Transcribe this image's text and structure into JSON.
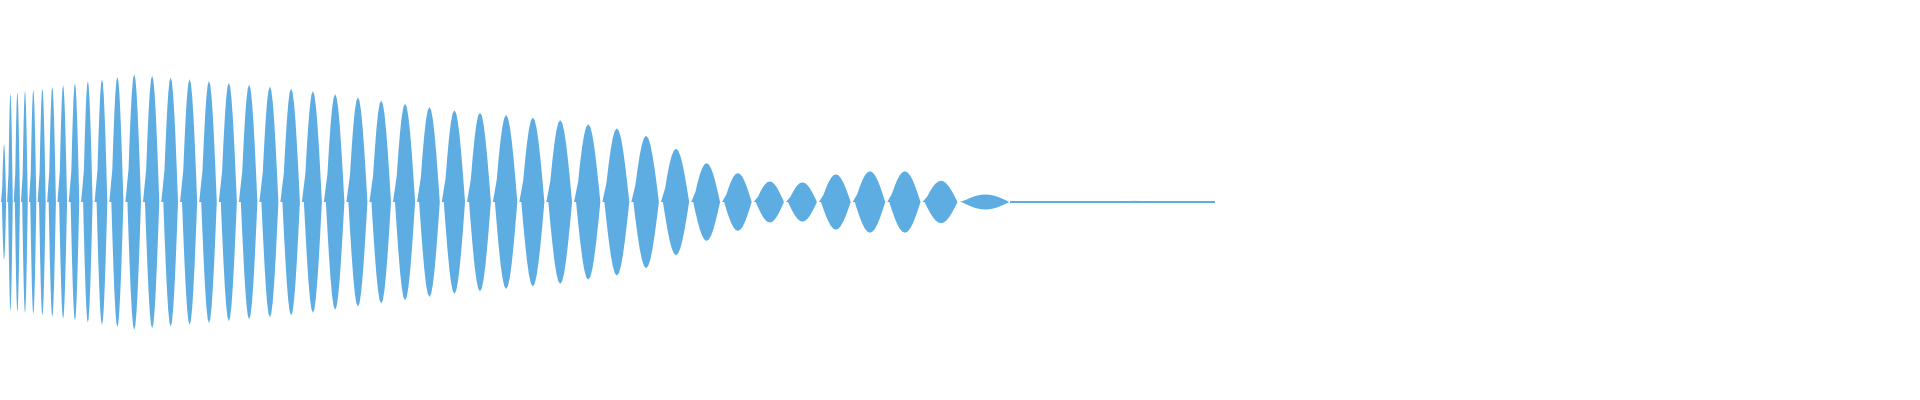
{
  "waveform": {
    "color": "#5DADE2",
    "background": "#FFFFFF",
    "envelope": [
      0.18,
      0.85,
      1.0,
      0.88,
      0.72,
      0.64,
      0.56,
      0.48,
      0.4,
      0.32,
      0.22,
      0.12,
      0.2,
      0.24,
      0.24,
      0.12,
      0.0,
      0.01,
      0.0
    ]
  }
}
